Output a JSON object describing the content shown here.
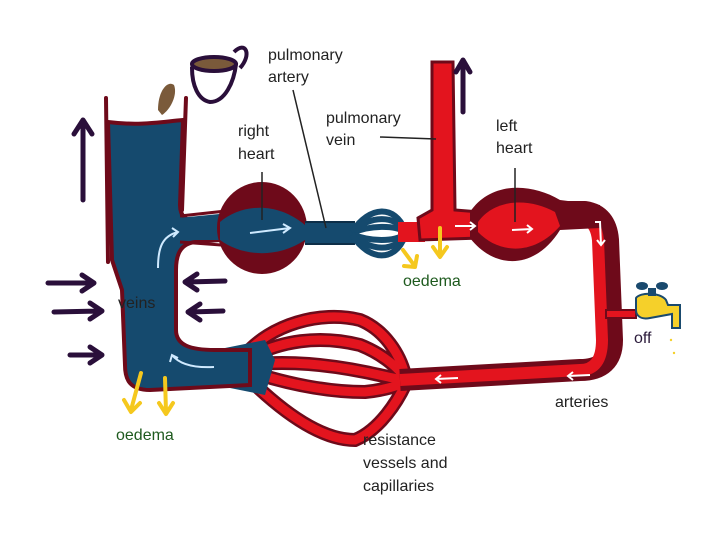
{
  "diagram": {
    "title": "Circulation as a plumbing system",
    "colors": {
      "venous_blue": "#154a6e",
      "arterial_red": "#e3141e",
      "vessel_wall_dark": "#6e0a1a",
      "arrow_purple": "#2a0f3a",
      "oedema_yellow": "#f5c81e",
      "oedema_text_green": "#1e5a1e",
      "flow_arrow_white": "#ffffff",
      "coffee_brown": "#7a5a3a",
      "tap_yellow": "#f5d02a",
      "tap_blue": "#1a4a6e"
    },
    "labels": {
      "pulmonary_artery": [
        "pulmonary",
        "artery"
      ],
      "pulmonary_vein": [
        "pulmonary",
        "vein"
      ],
      "right_heart": [
        "right",
        "heart"
      ],
      "left_heart": [
        "left",
        "heart"
      ],
      "veins": "veins",
      "oedema_systemic": "oedema",
      "oedema_pulmonary": "oedema",
      "tap_state": "off",
      "arteries": "arteries",
      "resistance": [
        "resistance",
        "vessels and",
        "capillaries"
      ]
    },
    "icons": {
      "cup": "coffee-cup-icon",
      "tap": "water-tap-icon"
    }
  }
}
